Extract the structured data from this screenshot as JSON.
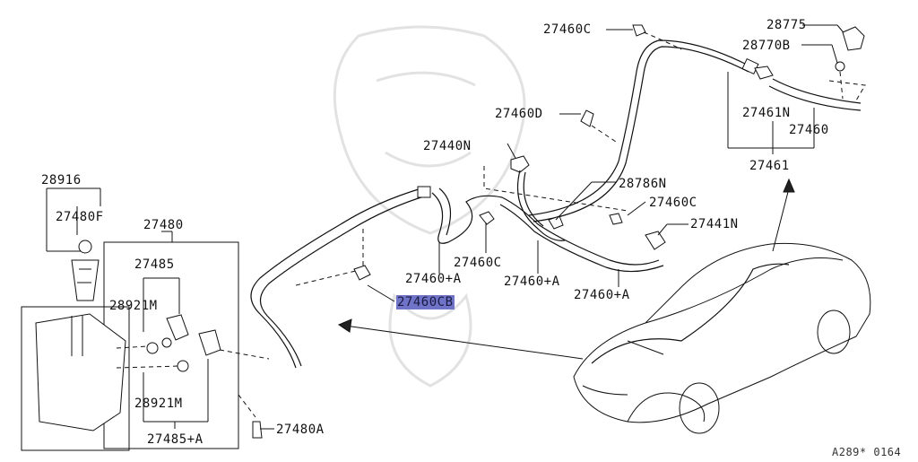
{
  "labels": {
    "l27460C_top": "27460C",
    "l28775": "28775",
    "l28770B": "28770B",
    "l27461N": "27461N",
    "l27460": "27460",
    "l27461": "27461",
    "l27460D": "27460D",
    "l27440N": "27440N",
    "l28786N": "28786N",
    "l27460C_mid": "27460C",
    "l27441N": "27441N",
    "l27460C_low": "27460C",
    "l27460A_1": "27460+A",
    "l27460A_2": "27460+A",
    "l27460A_3": "27460+A",
    "l27460CB": "27460CB",
    "l28916": "28916",
    "l27480F": "27480F",
    "l27480": "27480",
    "l27485": "27485",
    "l28921M_1": "28921M",
    "l28921M_2": "28921M",
    "l27485A": "27485+A",
    "l27480A": "27480A"
  },
  "footer_code": "A289* 0164",
  "colors": {
    "highlight": "#6f74c8",
    "line": "#111111"
  },
  "icons": [
    "washer-tank-icon",
    "washer-pump-icon",
    "nozzle-icon",
    "hose-clip-icon",
    "check-valve-icon",
    "car-outline-icon"
  ]
}
